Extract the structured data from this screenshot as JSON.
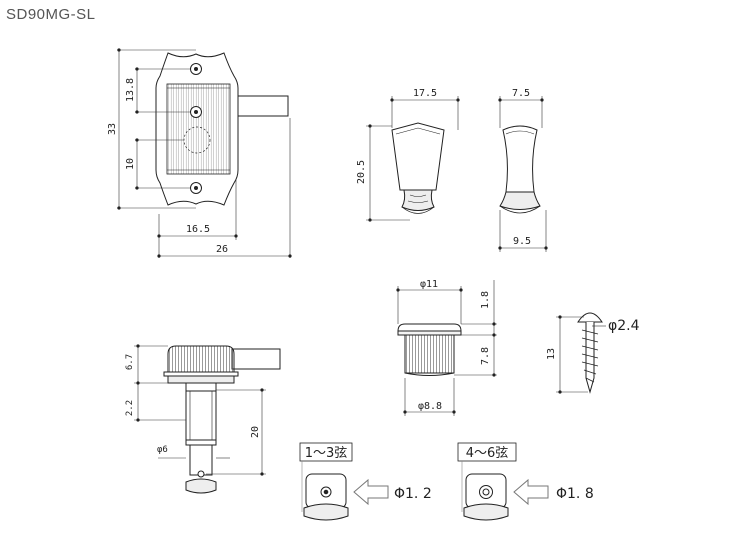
{
  "title": "SD90MG-SL",
  "dims": {
    "d33": "33",
    "d13_8": "13.8",
    "d10": "10",
    "d16_5": "16.5",
    "d26": "26",
    "d17_5": "17.5",
    "d20_5": "20.5",
    "d7_5": "7.5",
    "d9_5": "9.5",
    "dphi11": "φ11",
    "d1_8": "1.8",
    "d7_8": "7.8",
    "dphi8_8": "φ8.8",
    "d13": "13",
    "dphi2_4": "φ2.4",
    "d6_7": "6.7",
    "d2_2": "2.2",
    "d20": "20",
    "dphi6": "φ6"
  },
  "labels": {
    "strings_1_3": "1～3弦",
    "strings_4_6": "4～6弦",
    "hole_1_2": "Φ1. 2",
    "hole_1_8": "Φ1. 8"
  }
}
